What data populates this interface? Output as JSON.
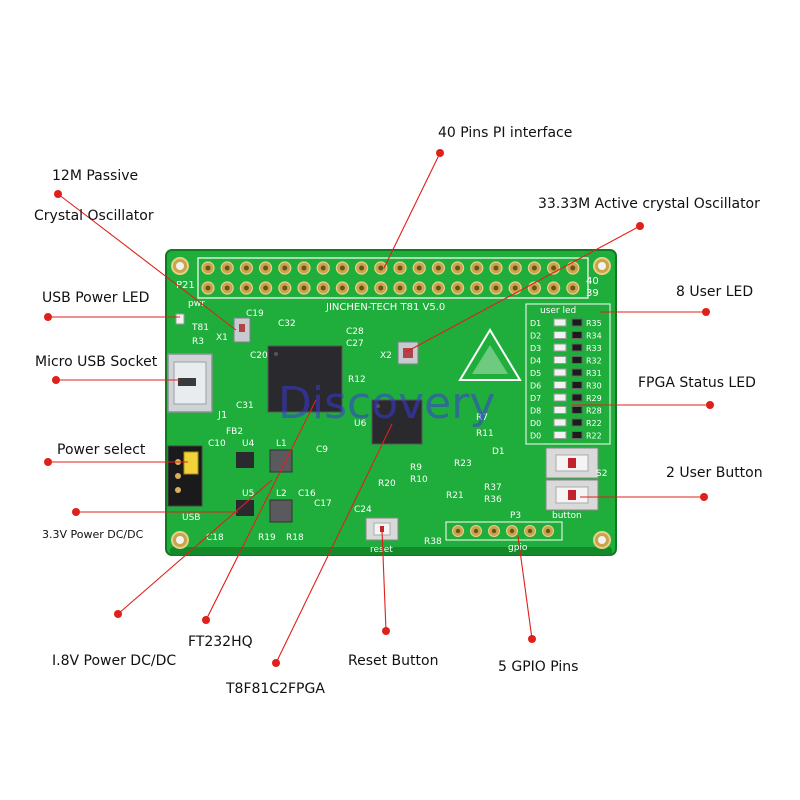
{
  "board": {
    "header_left": "P21",
    "header_right_top": "40",
    "header_right_bottom": "39",
    "silkscreen_brand": "JINCHEN-TECH T81 V5.0",
    "user_led_header": "user led",
    "button_caption": "button",
    "gpio_caption": "gpio",
    "reset_caption": "reset",
    "usb_caption": "USB",
    "watermark": "Discovery",
    "components": {
      "u6": "U6",
      "u5": "U5",
      "u4": "U4",
      "j1": "J1",
      "x1": "X1",
      "x2": "X2",
      "l1": "L1",
      "l2": "L2",
      "p3": "P3",
      "d1": "D1",
      "fb2": "FB2",
      "s2": "S2",
      "c31": "C31",
      "c19": "C19",
      "c32": "C32",
      "c28": "C28",
      "c27": "C27",
      "c20": "C20",
      "c18": "C18",
      "c10": "C10",
      "c9": "C9",
      "c16": "C16",
      "c17": "C17",
      "c24": "C24",
      "r12": "R12",
      "r7": "R7",
      "r11": "R11",
      "r9": "R9",
      "r10": "R10",
      "r20": "R20",
      "r21": "R21",
      "r23": "R23",
      "r37": "R37",
      "r36": "R36",
      "r38": "R38",
      "r19": "R19",
      "r18": "R18",
      "r3": "R3",
      "t81": "T81",
      "pwr": "pwr"
    },
    "led_names": [
      "D1",
      "D2",
      "D3",
      "D4",
      "D5",
      "D6",
      "D7",
      "D8",
      "D0",
      "D0"
    ],
    "led_resistors": [
      "R35",
      "R34",
      "R33",
      "R32",
      "R31",
      "R30",
      "R29",
      "R28",
      "R22",
      "R22"
    ]
  },
  "labels": {
    "pi_interface": "40 Pins PI interface",
    "passive_line1": "12M Passive",
    "passive_line2": "Crystal Oscillator",
    "active_osc": "33.33M Active crystal Oscillator",
    "usb_power_led": "USB Power LED",
    "user_led": "8 User LED",
    "micro_usb": "Micro USB Socket",
    "fpga_status_led": "FPGA Status LED",
    "power_select": "Power select",
    "user_button": "2 User Button",
    "dcdc_33": "3.3V Power DC/DC",
    "ft232": "FT232HQ",
    "dcdc_18": "I.8V Power DC/DC",
    "reset_button": "Reset Button",
    "gpio_pins": "5 GPIO Pins",
    "fpga": "T8F81C2FPGA"
  },
  "colors": {
    "pcb": "#1fae3b",
    "pcb_dark": "#128a28",
    "silkscreen": "#ffffff",
    "chip": "#2a2a2e",
    "pin_gold": "#d8b25a",
    "callout": "#e0201a",
    "watermark": "#3a3ad8"
  }
}
